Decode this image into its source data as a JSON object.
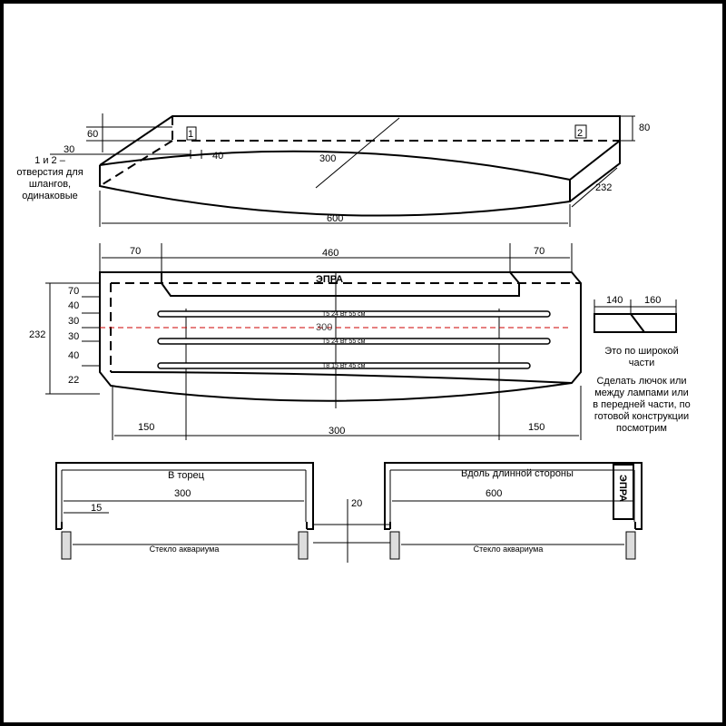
{
  "top_view": {
    "dim_60": "60",
    "dim_30": "30",
    "dim_40": "40",
    "dim_80": "80",
    "dim_300": "300",
    "dim_232": "232",
    "dim_600": "600",
    "hole_1": "1",
    "hole_2": "2",
    "note_lines": [
      "1 и 2 –",
      "отверстия для",
      "шлангов,",
      "одинаковые"
    ]
  },
  "front_view": {
    "dim_70_left": "70",
    "dim_460": "460",
    "dim_70_right": "70",
    "epra_label": "ЭПРА",
    "row_dims": [
      "70",
      "40",
      "30",
      "30",
      "40",
      "22"
    ],
    "dim_232": "232",
    "center_300": "300",
    "lamps": [
      "T5 24 Вт 55 см",
      "T5 24 Вт 55 см",
      "T8 15 Вт 45 см"
    ],
    "dim_150_left": "150",
    "dim_300_bottom": "300",
    "dim_150_right": "150"
  },
  "side_detail": {
    "dim_140": "140",
    "dim_160": "160",
    "caption": [
      "Это по широкой",
      "части"
    ],
    "note": [
      "Сделать лючок или",
      "между лампами или",
      "в передней части, по",
      "готовой конструкции",
      "посмотрим"
    ]
  },
  "section_short": {
    "title": "В торец",
    "dim_300": "300",
    "dim_15": "15",
    "glass_label": "Стекло аквариума"
  },
  "gap": {
    "dim_20": "20"
  },
  "section_long": {
    "title": "Вдоль длинной стороны",
    "dim_600": "600",
    "epra_label": "ЭПРА",
    "glass_label": "Стекло аквариума"
  }
}
